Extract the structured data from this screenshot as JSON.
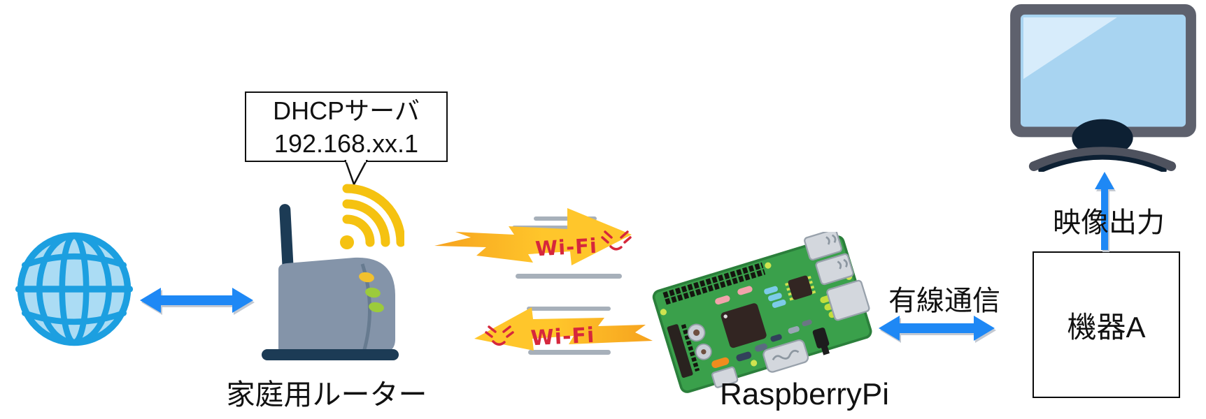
{
  "diagram": {
    "internet": {
      "icon": "globe"
    },
    "router": {
      "label": "家庭用ルーター",
      "bubble_line1": "DHCPサーバ",
      "bubble_line2": "192.168.xx.1"
    },
    "wifi_link": {
      "uplink_label": "Wi-Fi",
      "downlink_label": "Wi-Fi"
    },
    "raspberry_pi": {
      "label": "RaspberryPi"
    },
    "wired_link": {
      "label": "有線通信"
    },
    "device_a": {
      "label": "機器A"
    },
    "video_output": {
      "label": "映像出力"
    },
    "colors": {
      "arrow_blue": "#1E88F5",
      "wifi_yellow": "#FFC62B",
      "wifi_orange": "#F6A21E",
      "wifi_text_red": "#D6273C",
      "speed_line_gray": "#A7B0BA",
      "board_green": "#3AA04B",
      "router_gray": "#8494A9",
      "router_dark_navy": "#1C3B55",
      "wifi_signal_gold": "#F5C211",
      "monitor_frame_gray": "#5E616D",
      "monitor_screen_blue": "#A8D4F1",
      "globe_blue": "#1C9FE0",
      "globe_fill": "#ABDCF4"
    }
  }
}
